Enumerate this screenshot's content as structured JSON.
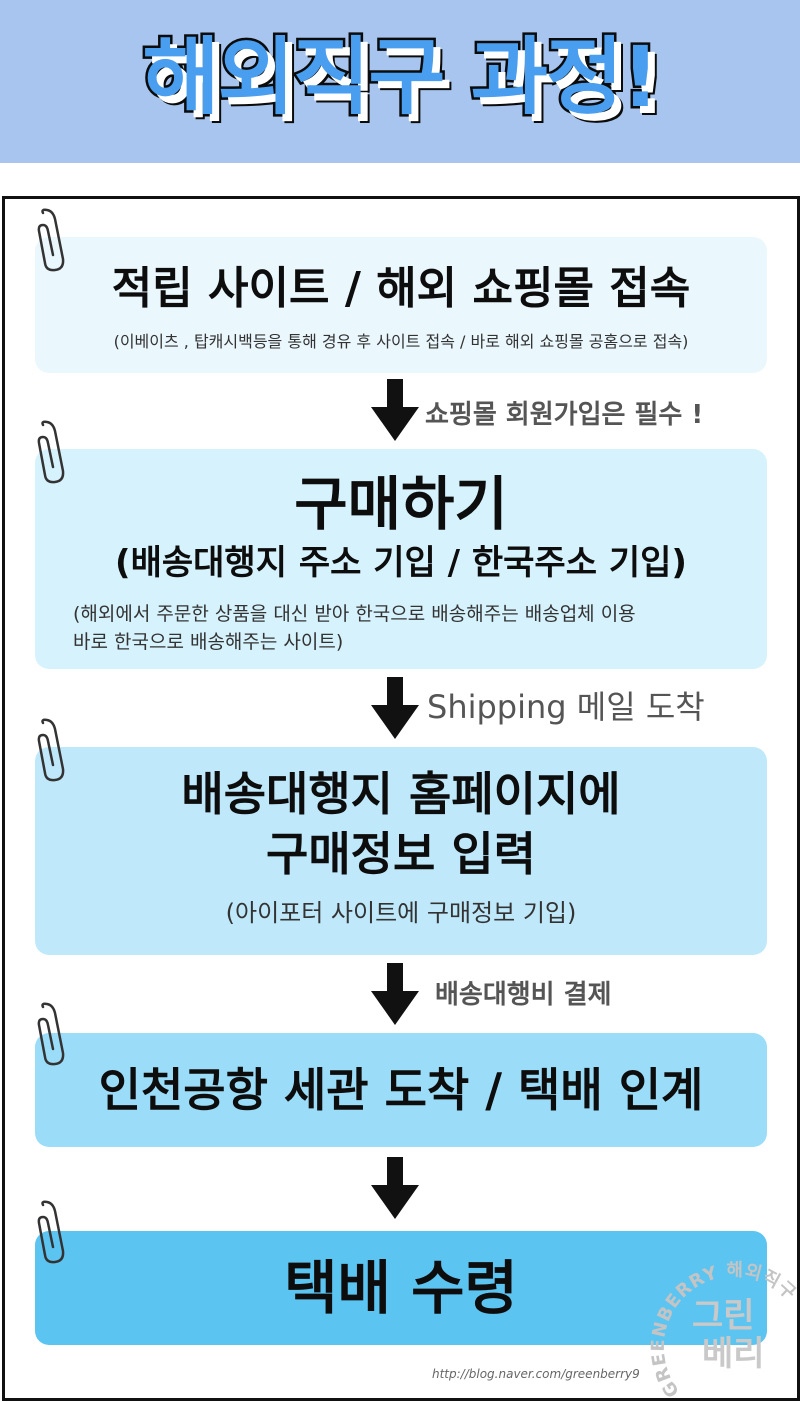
{
  "header": {
    "title": "해외직구 과정!"
  },
  "steps": [
    {
      "title": "적립 사이트 / 해외 쇼핑몰 접속",
      "desc": "(이베이츠 , 탑캐시백등을 통해 경유 후 사이트  접속 /  바로 해외 쇼핑몰 공홈으로 접속)"
    },
    {
      "title": "구매하기",
      "subtitle": "(배송대행지 주소 기입 / 한국주소 기입)",
      "desc_line1": "(해외에서 주문한 상품을 대신 받아 한국으로 배송해주는 배송업체 이용",
      "desc_line2": "바로 한국으로 배송해주는 사이트)"
    },
    {
      "title_line1": "배송대행지 홈페이지에",
      "title_line2": "구매정보 입력",
      "desc": "(아이포터 사이트에 구매정보 기입)"
    },
    {
      "title": "인천공항 세관 도착 / 택배 인계"
    },
    {
      "title": "택배 수령"
    }
  ],
  "notes": {
    "after_step1": "쇼핑몰 회원가입은 필수 !",
    "after_step2": "Shipping 메일 도착",
    "after_step3": "배송대행비 결제"
  },
  "watermark": {
    "url": "http://blog.naver.com/greenberry9",
    "arc_text": "GREENBERRY 해외직구",
    "logo_line1": "그린",
    "logo_line2": "베리"
  },
  "colors": {
    "header_bg": "#a7c5ee",
    "title_fill": "#4a9ef0",
    "step1_bg": "#eaf7fd",
    "step2_bg": "#d6f2fc",
    "step3_bg": "#bfe9fb",
    "step4_bg": "#9bddf8",
    "step5_bg": "#5cc4f1"
  },
  "icons": {
    "clip": "paperclip-icon",
    "arrow": "arrow-down-icon"
  }
}
